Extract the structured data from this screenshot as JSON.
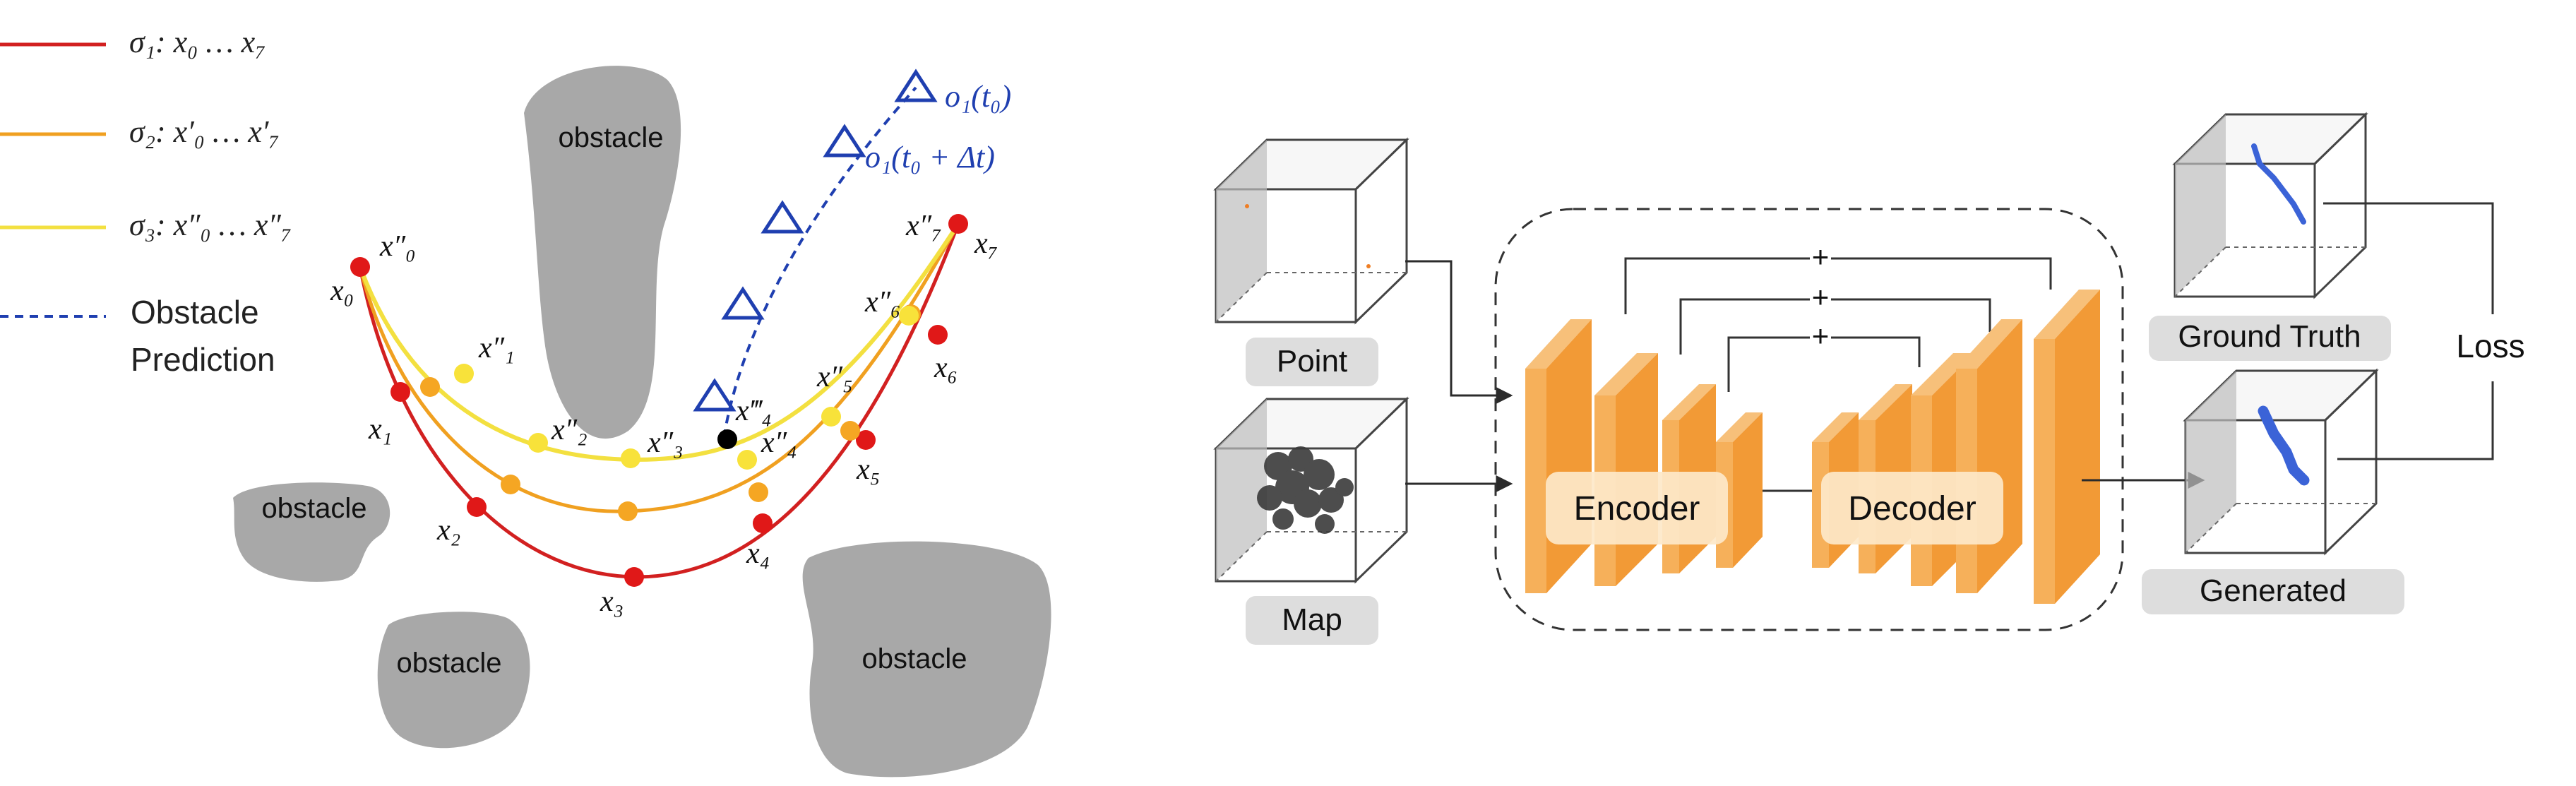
{
  "left_panel": {
    "legend": [
      {
        "label": "σ₁: x₀  … x₇",
        "color": "#d22020"
      },
      {
        "label": "σ₂: x′₀  … x′₇",
        "color": "#f0a020"
      },
      {
        "label": "σ₃: x″₀  … x″₇",
        "color": "#f3e040"
      },
      {
        "label": "Obstacle",
        "color": "#1f3fb0"
      },
      {
        "label": "Prediction",
        "color": "#1f3fb0"
      }
    ],
    "obstacles": [
      "obstacle",
      "obstacle",
      "obstacle",
      "obstacle"
    ],
    "point_labels": {
      "x0": "x₀",
      "x1": "x₁",
      "x2": "x₂",
      "x3": "x₃",
      "x4": "x₄",
      "x5": "x₅",
      "x6": "x₆",
      "x7": "x₇",
      "x0pp": "x″₀",
      "x1pp": "x″₁",
      "x2pp": "x″₂",
      "x3pp": "x″₃",
      "x4pp": "x″₄",
      "x4ppp": "x‴₄",
      "x5pp": "x″₅",
      "x6pp": "x″₆",
      "x7pp": "x″₇"
    },
    "prediction_labels": {
      "t0": "o₁(t₀)",
      "t0dt": "o₁(t₀ + Δt)"
    },
    "colors": {
      "sigma1": "#d22020",
      "sigma2": "#f0a020",
      "sigma3": "#f3e040",
      "prediction": "#1f3fb0",
      "obstacle": "#a8a8a8",
      "robot_point": "#000000"
    }
  },
  "right_panel": {
    "inputs": {
      "point_label": "Point",
      "map_label": "Map"
    },
    "network": {
      "encoder_label": "Encoder",
      "decoder_label": "Decoder",
      "skip_symbols": [
        "+",
        "+",
        "+"
      ]
    },
    "outputs": {
      "ground_truth_label": "Ground Truth",
      "generated_label": "Generated"
    },
    "loss_label": "Loss",
    "colors": {
      "block_front": "#f6b05a",
      "block_side": "#f29a36",
      "block_top": "#f7c07a",
      "label_box": "#dddddd",
      "trajectory": "#3b63d7"
    }
  }
}
